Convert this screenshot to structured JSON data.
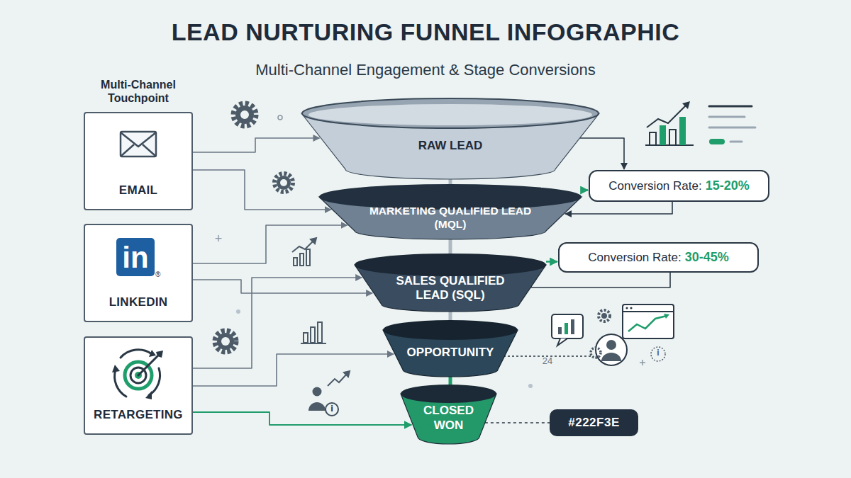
{
  "diagram": {
    "title": "LEAD NURTURING FUNNEL INFOGRAPHIC",
    "nodes": [
      {
        "text": [
          "EMAIL"
        ]
      },
      {
        "text": [
          "LINKEDIN"
        ]
      },
      {
        "text": [
          "RETARGETING"
        ]
      },
      {
        "text": [
          "RAW LEAD"
        ]
      },
      {
        "text": [
          "MARKETING QUALIFIED LEAD (MQL)"
        ]
      },
      {
        "text": [
          "SALES QUALIFIED LEAD (SQL)"
        ]
      },
      {
        "text": [
          "OPPORTUNITY"
        ]
      },
      {
        "text": [
          "CLOSED WON"
        ]
      },
      {
        "text": [
          "Conversion Rate:",
          "15-20%"
        ]
      },
      {
        "text": [
          "Conversion Rate:",
          "30-45%"
        ]
      },
      {
        "text": [
          "#222F3E"
        ]
      }
    ],
    "edges": [
      {
        "from": 0,
        "to": 3,
        "arrow": "to"
      },
      {
        "from": 0,
        "to": 4,
        "arrow": "to"
      },
      {
        "from": 1,
        "to": 4,
        "arrow": "to"
      },
      {
        "from": 1,
        "to": 5,
        "arrow": "to"
      },
      {
        "from": 2,
        "to": 5,
        "arrow": "to"
      },
      {
        "from": 2,
        "to": 6,
        "arrow": "to"
      },
      {
        "from": 2,
        "to": 7,
        "arrow": "to"
      },
      {
        "from": 3,
        "to": 4,
        "arrow": "to"
      },
      {
        "from": 4,
        "to": 5,
        "arrow": "to"
      },
      {
        "from": 5,
        "to": 6,
        "arrow": "to"
      },
      {
        "from": 6,
        "to": 7,
        "arrow": "to"
      },
      {
        "from": 4,
        "to": 8,
        "arrow": "to"
      },
      {
        "from": 5,
        "to": 9,
        "arrow": "to"
      },
      {
        "from": 3,
        "to": 8,
        "arrow": "to"
      },
      {
        "from": 8,
        "to": 4,
        "arrow": "to"
      },
      {
        "from": 9,
        "to": 5,
        "arrow": "none"
      },
      {
        "from": 7,
        "to": 10,
        "arrow": "none"
      }
    ],
    "labels": [
      "Multi-Channel Engagement & Stage Conversions",
      "Multi-Channel Touchpoint",
      "in",
      "®",
      "+",
      "24",
      "i",
      "i"
    ]
  }
}
